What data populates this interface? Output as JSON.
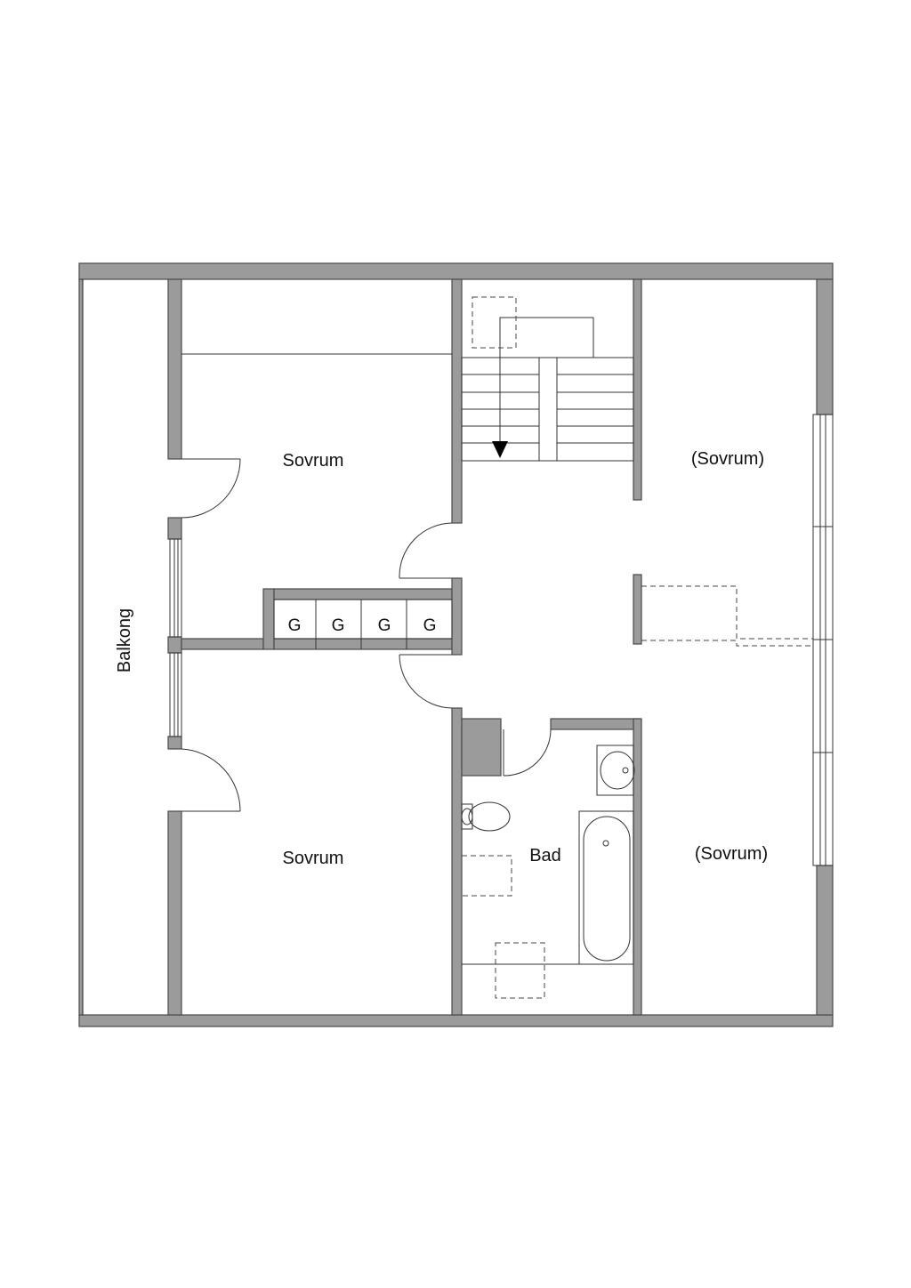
{
  "rooms": {
    "bedroom_top": "Sovrum",
    "bedroom_bottom": "Sovrum",
    "bedroom_right_top": "(Sovrum)",
    "bedroom_right_bottom": "(Sovrum)",
    "bathroom": "Bad",
    "balcony": "Balkong"
  },
  "closets": [
    "G",
    "G",
    "G",
    "G"
  ],
  "colors": {
    "wall": "#9b9b9b",
    "line": "#333333"
  }
}
